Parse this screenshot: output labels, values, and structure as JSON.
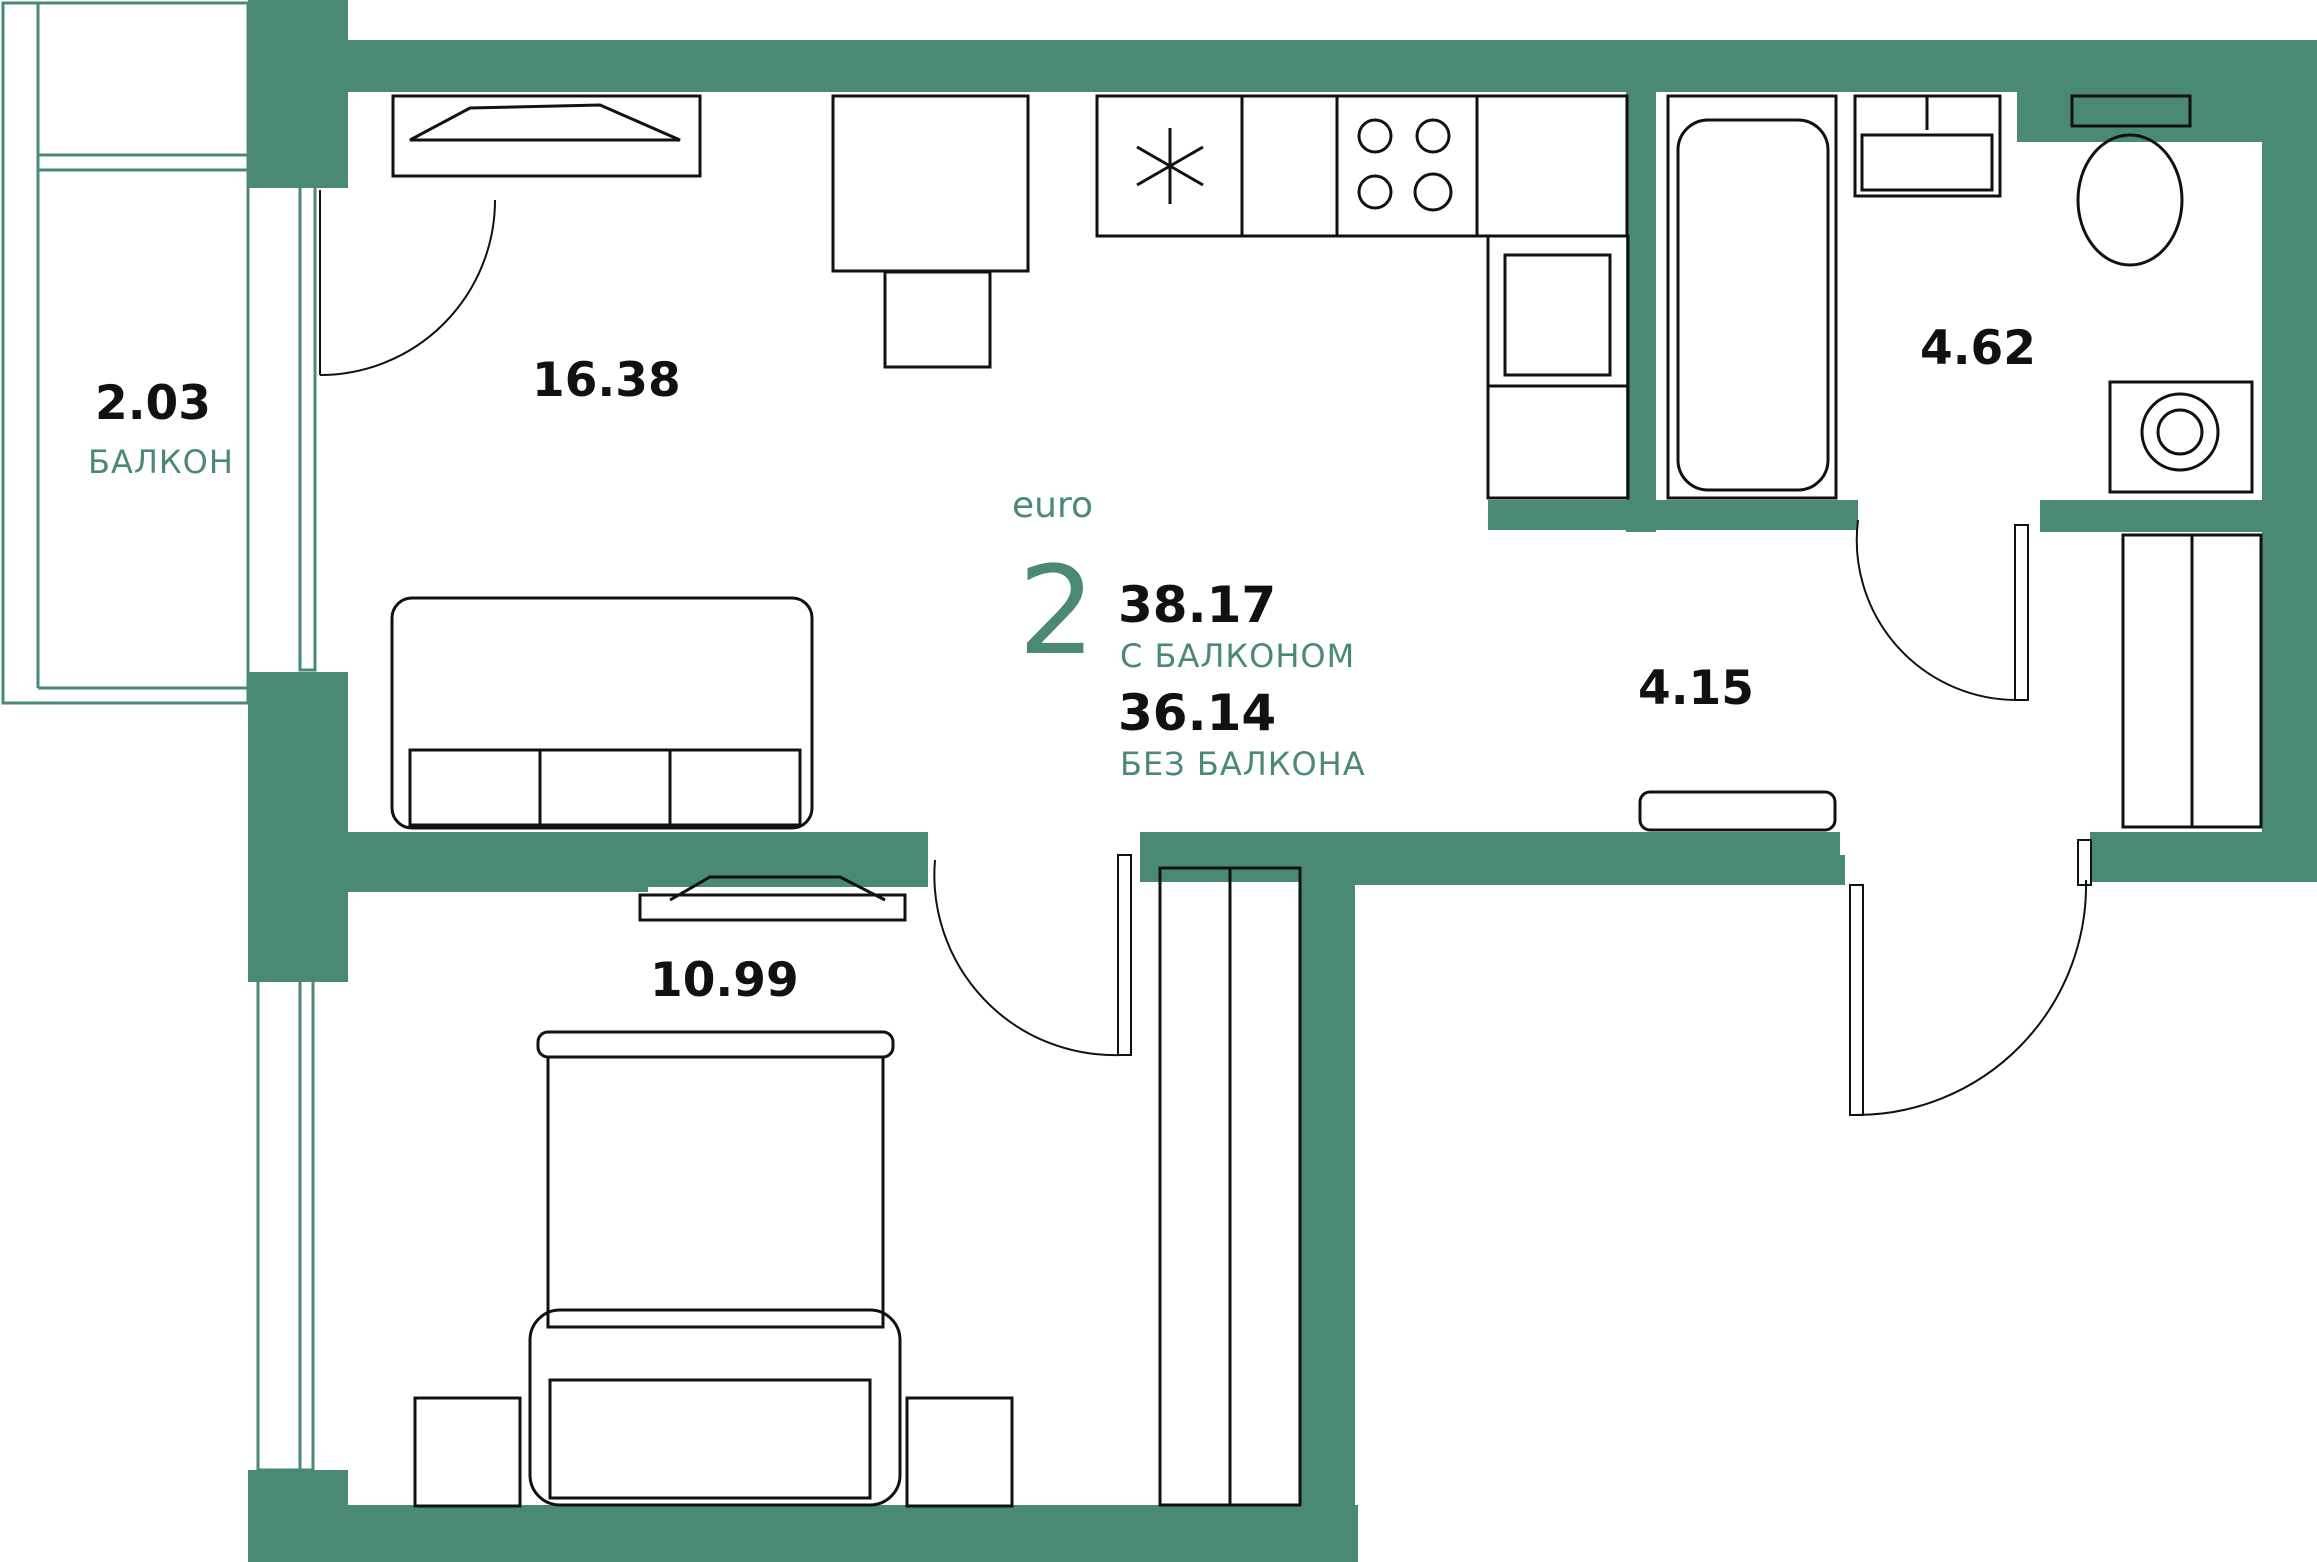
{
  "colors": {
    "wall": "#4a8a75",
    "furniture": "#111111",
    "accent_text": "#4a8a75"
  },
  "apartment": {
    "type_label": "euro",
    "rooms": "2",
    "area_with_balcony": "38.17",
    "with_balcony_label": "С БАЛКОНОМ",
    "area_without_balcony": "36.14",
    "without_balcony_label": "БЕЗ БАЛКОНА"
  },
  "rooms": {
    "balcony": {
      "area": "2.03",
      "label": "БАЛКОН"
    },
    "living_kitchen": {
      "area": "16.38"
    },
    "bathroom": {
      "area": "4.62"
    },
    "hallway": {
      "area": "4.15"
    },
    "bedroom": {
      "area": "10.99"
    }
  },
  "icons": [
    "snowflake-icon",
    "stove-icon",
    "washing-machine-icon",
    "sink-icon",
    "toilet-icon",
    "bathtub-icon"
  ]
}
